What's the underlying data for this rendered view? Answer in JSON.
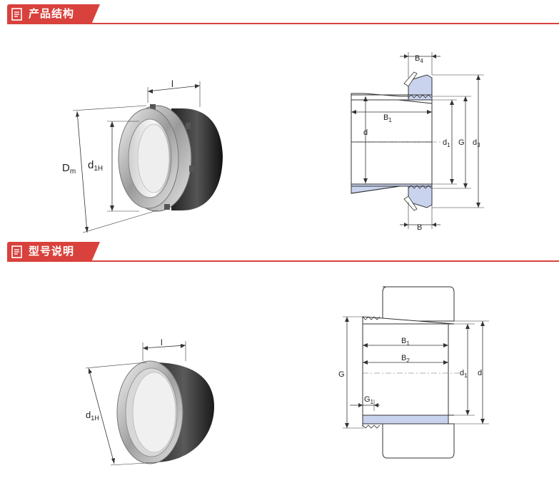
{
  "sections": [
    {
      "title": "产品结构",
      "icon": "document-icon"
    },
    {
      "title": "型号说明",
      "icon": "document-icon"
    }
  ],
  "labels": {
    "l": "l",
    "Dm_main": "D",
    "Dm_sub": "m",
    "d1H_main": "d",
    "d1H_sub": "1H",
    "B4_main": "B",
    "B4_sub": "4",
    "B1_main": "B",
    "B1_sub": "1",
    "d": "d",
    "d1_main": "d",
    "d1_sub": "1",
    "G": "G",
    "d3_main": "d",
    "d3_sub": "3",
    "B": "B",
    "B2_main": "B",
    "B2_sub": "2",
    "G1_main": "G",
    "G1_sub": "1"
  },
  "colors": {
    "accent": "#d9413c",
    "sleeve": "#c9d3ee",
    "line": "#333333"
  }
}
